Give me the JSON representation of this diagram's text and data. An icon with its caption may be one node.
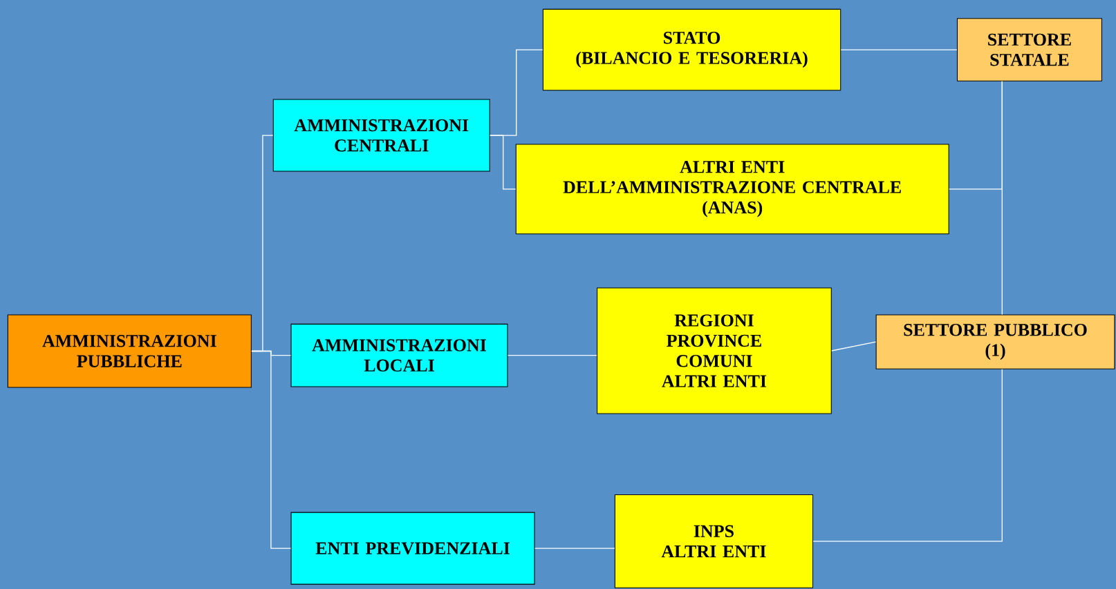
{
  "diagram": {
    "nodes": [
      {
        "text": [
          "AMMINISTRAZIONI PUBBLICHE"
        ]
      },
      {
        "text": [
          "AMMINISTRAZIONI CENTRALI"
        ]
      },
      {
        "text": [
          "AMMINISTRAZIONI LOCALI"
        ]
      },
      {
        "text": [
          "ENTI PREVIDENZIALI"
        ]
      },
      {
        "text": [
          "STATO",
          "(BILANCIO E TESORERIA)"
        ]
      },
      {
        "text": [
          "ALTRI ENTI",
          "DELL’AMMINISTRAZIONE CENTRALE",
          "(ANAS)"
        ]
      },
      {
        "text": [
          "REGIONI",
          "PROVINCE",
          "COMUNI",
          "ALTRI ENTI"
        ]
      },
      {
        "text": [
          "INPS",
          "ALTRI ENTI"
        ]
      },
      {
        "text": [
          "SETTORE STATALE"
        ]
      },
      {
        "text": [
          "SETTORE PUBBLICO",
          "(1)"
        ]
      }
    ],
    "edges": [
      {
        "from": 0,
        "to": 1,
        "arrow": "none"
      },
      {
        "from": 0,
        "to": 2,
        "arrow": "none"
      },
      {
        "from": 0,
        "to": 3,
        "arrow": "none"
      },
      {
        "from": 1,
        "to": 4,
        "arrow": "none"
      },
      {
        "from": 1,
        "to": 5,
        "arrow": "none"
      },
      {
        "from": 2,
        "to": 6,
        "arrow": "none"
      },
      {
        "from": 3,
        "to": 7,
        "arrow": "none"
      },
      {
        "from": 4,
        "to": 8,
        "arrow": "none"
      },
      {
        "from": 8,
        "to": 9,
        "arrow": "none"
      },
      {
        "from": 5,
        "to": 8,
        "arrow": "none"
      },
      {
        "from": 6,
        "to": 9,
        "arrow": "none"
      },
      {
        "from": 7,
        "to": 9,
        "arrow": "none"
      }
    ]
  }
}
